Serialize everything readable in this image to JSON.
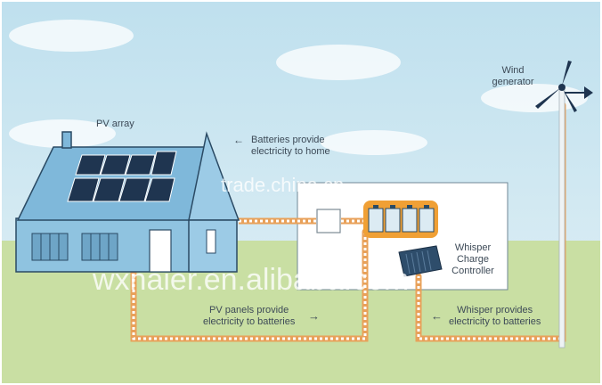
{
  "labels": {
    "pv_array": "PV array",
    "wind_generator_1": "Wind",
    "wind_generator_2": "generator",
    "batteries_1": "Batteries provide",
    "batteries_2": "electricity to home",
    "controller_1": "Whisper",
    "controller_2": "Charge",
    "controller_3": "Controller",
    "pv_flow_1": "PV panels provide",
    "pv_flow_2": "electricity to batteries",
    "whisper_flow_1": "Whisper provides",
    "whisper_flow_2": "electricity to batteries"
  },
  "arrows": {
    "left": "←",
    "right": "→"
  },
  "watermarks": {
    "top": "trade.china.cn",
    "bottom": "wxnaier.en.alibaba.com"
  },
  "colors": {
    "sky": "#cfe6f0",
    "grass": "#c9dfa3",
    "house": "#8fc3e0",
    "house_outline": "#2a4a64",
    "solar_panel": "#1f3550",
    "wire": "#e8a15a",
    "battery_highlight": "#f0a035",
    "text": "#3d4a57"
  }
}
